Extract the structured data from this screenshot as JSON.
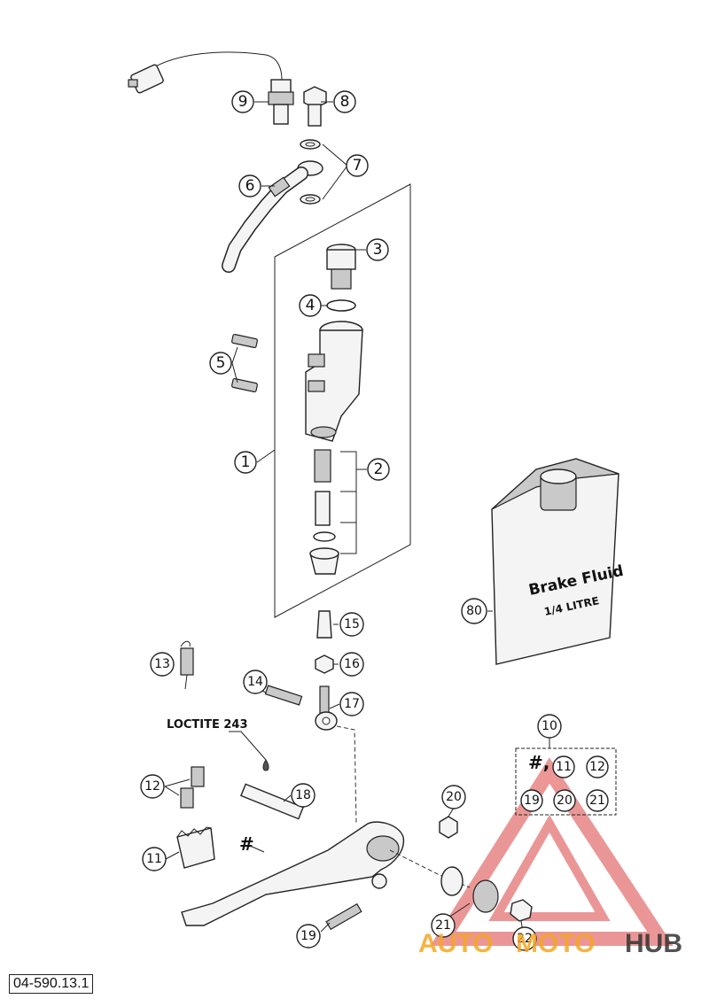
{
  "parts": {
    "p1": "1",
    "p2": "2",
    "p3": "3",
    "p4": "4",
    "p5": "5",
    "p6": "6",
    "p7": "7",
    "p8": "8",
    "p9": "9",
    "p10": "10",
    "p11": "11",
    "p12": "12",
    "p13": "13",
    "p14": "14",
    "p15": "15",
    "p16": "16",
    "p17": "17",
    "p18": "18",
    "p19": "19",
    "p20": "20",
    "p21": "21",
    "p22": "22",
    "p80": "80"
  },
  "kit_box": {
    "hash": "#,",
    "items": [
      "11",
      "12",
      "19",
      "20",
      "21"
    ]
  },
  "hash_mark": "#",
  "loctite_label": "LOCTITE 243",
  "bottle": {
    "line1": "Brake Fluid",
    "line2": "1/4 LITRE"
  },
  "catalog_number": "04-590.13.1",
  "watermark": {
    "part1": "AUTO",
    "part2": "MOTO",
    "part3": "HUB",
    "color_red": "#e53935",
    "color_orange": "#f5a623",
    "color_dark": "#333333"
  }
}
